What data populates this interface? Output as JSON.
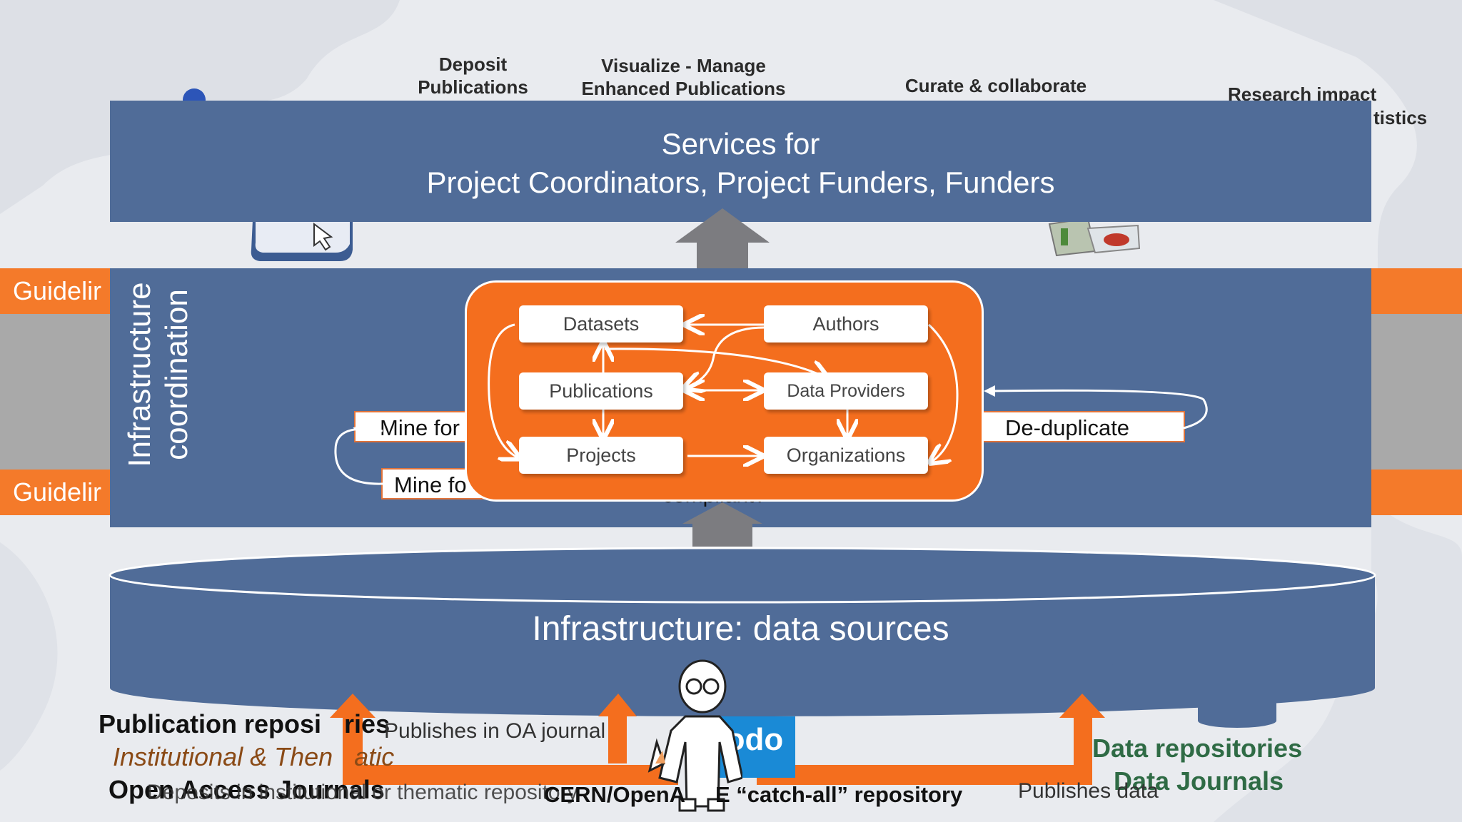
{
  "top_labels": {
    "deposit": [
      "Deposit",
      "Publications"
    ],
    "visualize": [
      "Visualize - Manage",
      "Enhanced Publications"
    ],
    "curate": "Curate & collaborate",
    "research": "Research impact",
    "statistics": "tistics"
  },
  "services": {
    "line1": "Services for",
    "line2": "Project Coordinators, Project Funders, Funders"
  },
  "bands": {
    "top": "Guidelir",
    "bottom": "Guidelir"
  },
  "infra_coordination": [
    "Infrastructure",
    "coordination"
  ],
  "nodes": {
    "datasets": "Datasets",
    "authors": "Authors",
    "publications": "Publications",
    "data_providers": "Data Providers",
    "projects": "Projects",
    "organizations": "Organizations"
  },
  "side_boxes": {
    "mine_for_1": "Mine for",
    "mine_for_2": "Mine fo",
    "deduplicate": "De-duplicate"
  },
  "partial_text": "compliant?",
  "data_sources": {
    "title": "Infrastructure: data sources"
  },
  "bottom": {
    "pub_repos": "Publication reposi",
    "pub_repos_tail": "ries",
    "institutional": "Institutional & Then",
    "institutional_tail": "atic",
    "oa_journals": "Open Access Journals",
    "publishes_oa": "Publishes in OA journal",
    "deposits": "Deposits in institutional or thematic repository",
    "cern": "CERN/OpenA",
    "catch_all": "E “catch-all” repository",
    "zenodo": "odo",
    "data_repos": "Data repositories",
    "data_journals": "Data Journals",
    "publishes_data": "Publishes data"
  },
  "colors": {
    "panel_blue": "#506c98",
    "orange": "#f46e1e",
    "guideline_orange": "#f47a2a",
    "data_green": "#2f6b45",
    "institutional_brown": "#8a4a16",
    "zenodo_blue": "#1a8ad6"
  }
}
